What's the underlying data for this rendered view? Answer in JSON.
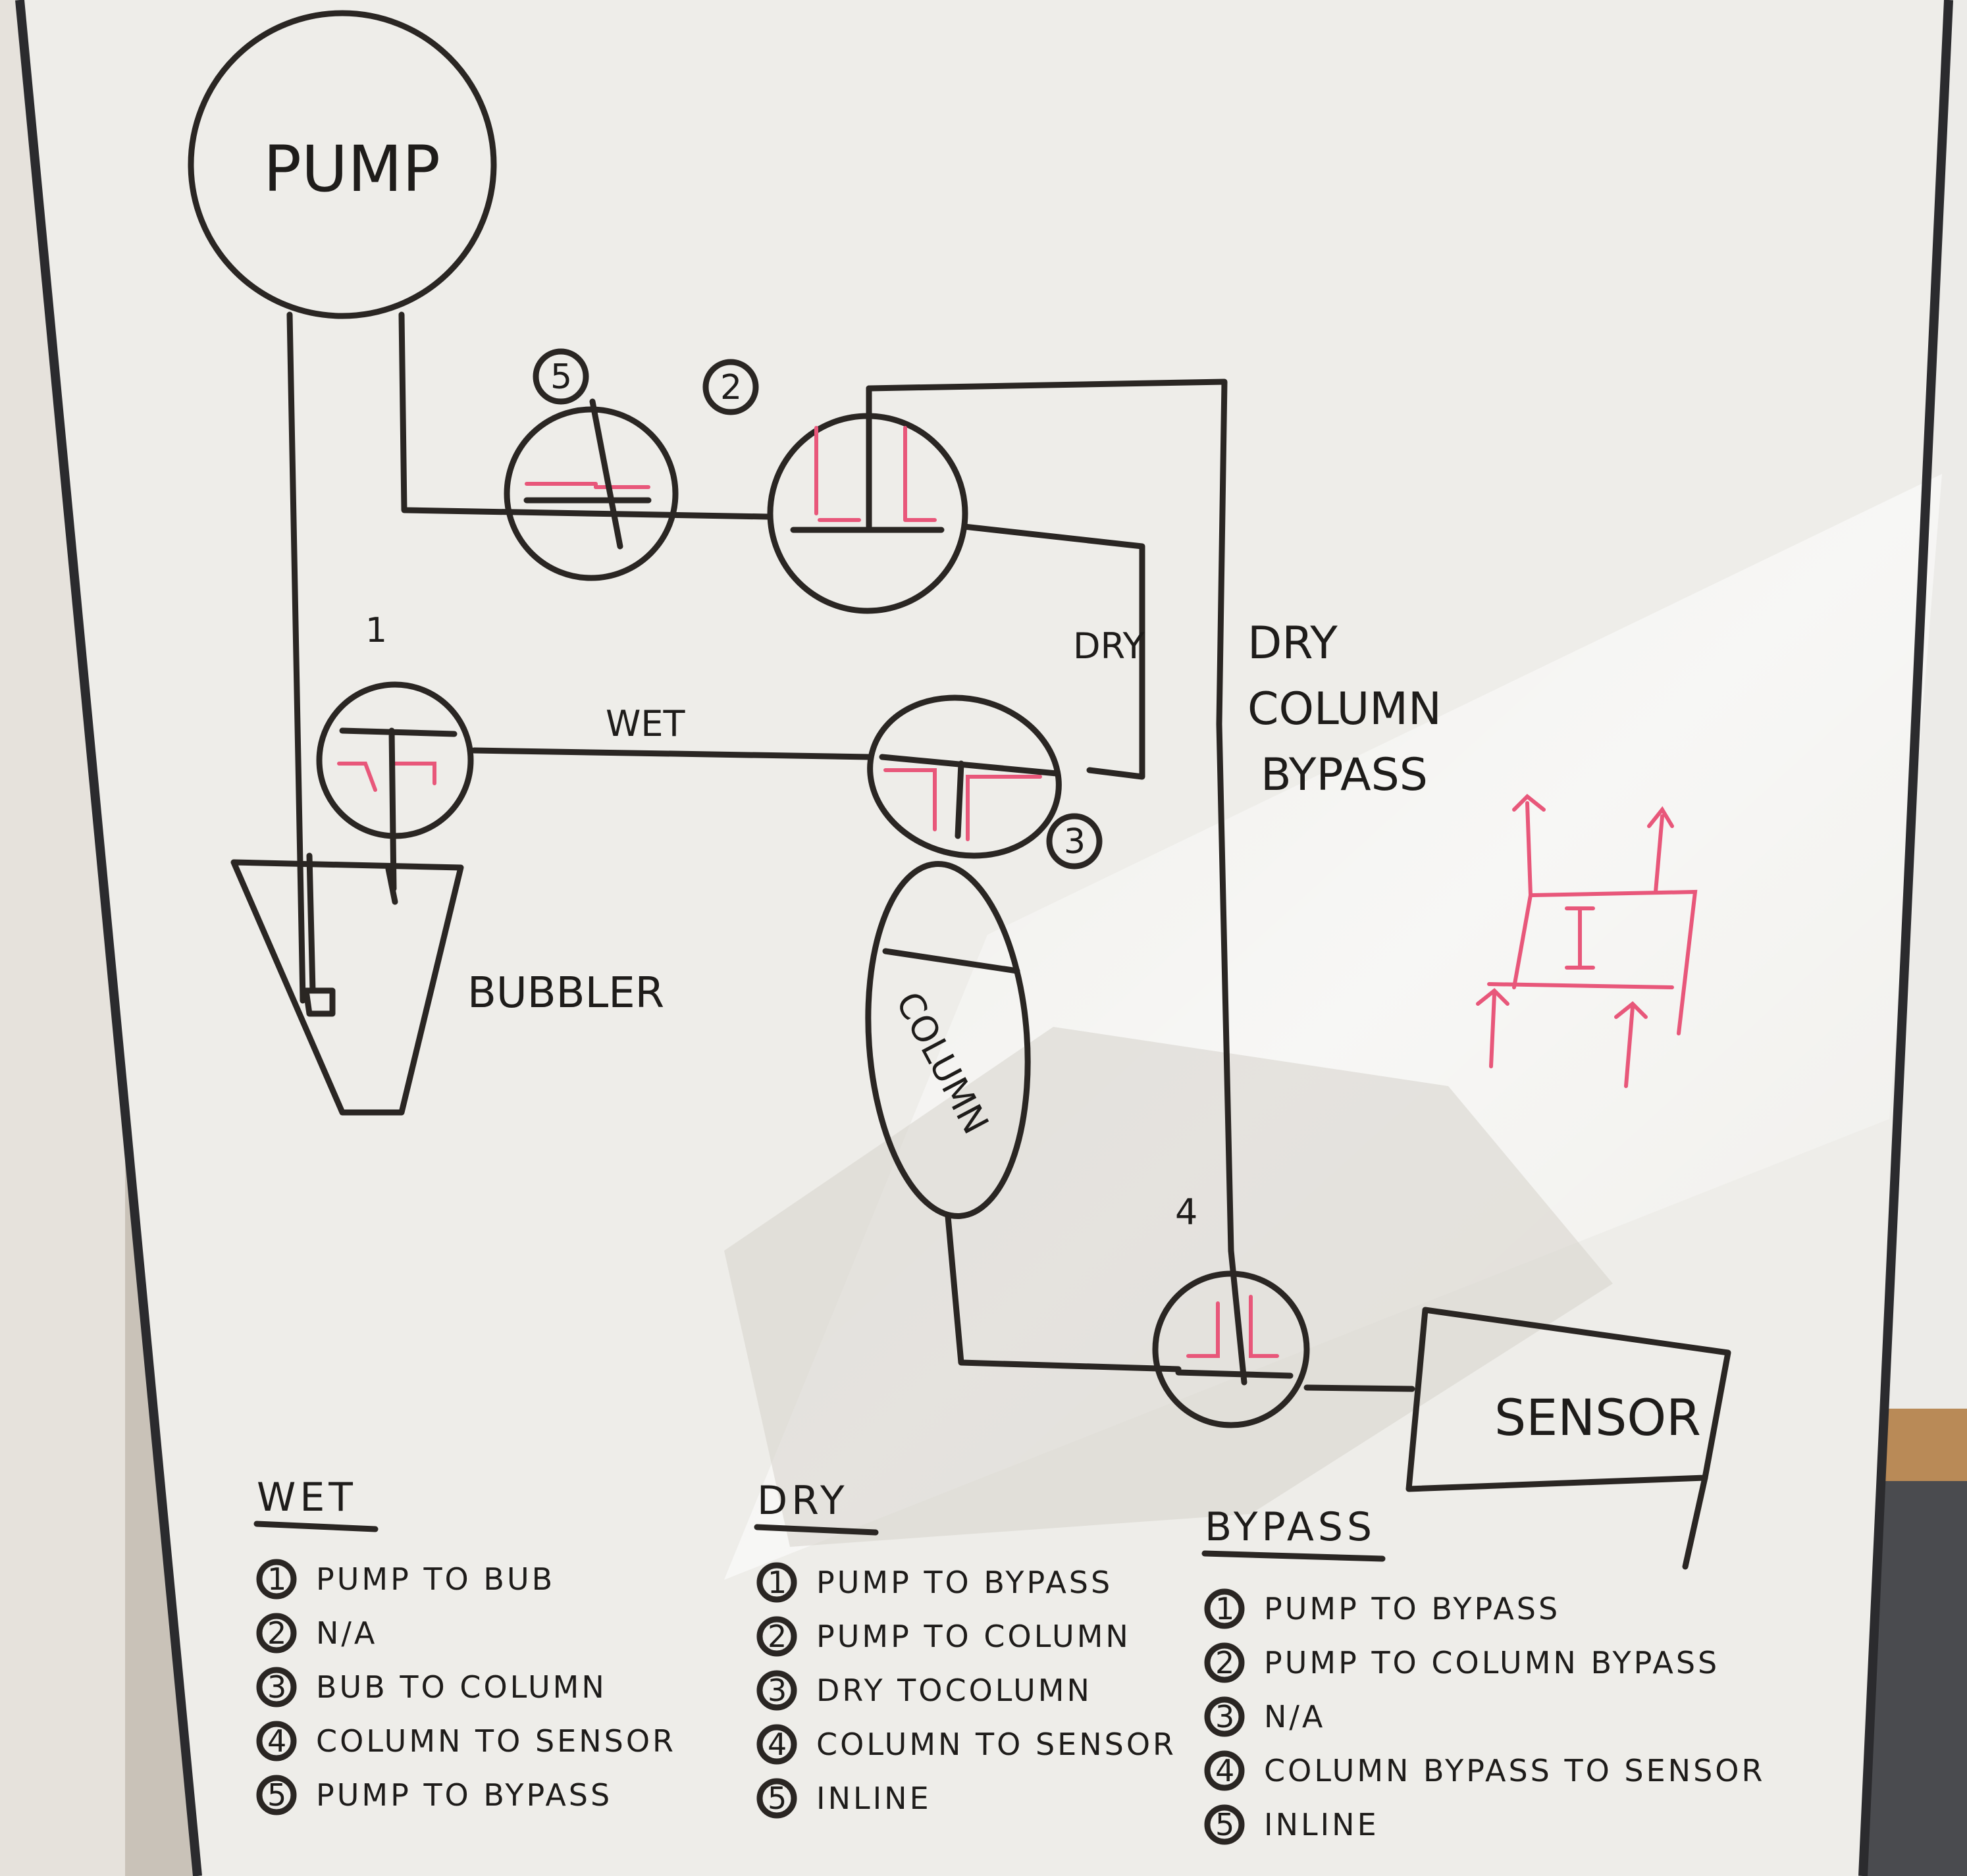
{
  "components": {
    "pump": "PUMP",
    "bubbler": "BUBBLER",
    "column": "COLUMN",
    "sensor": "SENSOR"
  },
  "path_labels": {
    "wet": "WET",
    "dry": "DRY",
    "dry_column_bypass": [
      "DRY",
      "COLUMN",
      "BYPASS"
    ]
  },
  "valve_numbers": {
    "v5_top": "5",
    "v2": "2",
    "v1": "1",
    "v3": "3",
    "v4": "4"
  },
  "legend": [
    {
      "heading": "WET",
      "items": [
        {
          "num": "1",
          "text": "PUMP TO BUB"
        },
        {
          "num": "2",
          "text": "N/A"
        },
        {
          "num": "3",
          "text": "BUB TO COLUMN"
        },
        {
          "num": "4",
          "text": "COLUMN TO SENSOR"
        },
        {
          "num": "5",
          "text": "PUMP TO BYPASS"
        }
      ]
    },
    {
      "heading": "DRY",
      "items": [
        {
          "num": "1",
          "text": "PUMP TO BYPASS"
        },
        {
          "num": "2",
          "text": "PUMP TO COLUMN"
        },
        {
          "num": "3",
          "text": "DRY TOCOLUMN"
        },
        {
          "num": "4",
          "text": "COLUMN TO SENSOR"
        },
        {
          "num": "5",
          "text": "INLINE"
        }
      ]
    },
    {
      "heading": "BYPASS",
      "items": [
        {
          "num": "1",
          "text": "PUMP TO BYPASS"
        },
        {
          "num": "2",
          "text": "PUMP TO COLUMN BYPASS"
        },
        {
          "num": "3",
          "text": "N/A"
        },
        {
          "num": "4",
          "text": "COLUMN BYPASS TO SENSOR"
        },
        {
          "num": "5",
          "text": "INLINE"
        }
      ]
    }
  ],
  "colors": {
    "ink": "#2a2623",
    "pink_marker": "#e8577a",
    "board": "#f1f0ec",
    "frame": "#2b2b2e"
  }
}
